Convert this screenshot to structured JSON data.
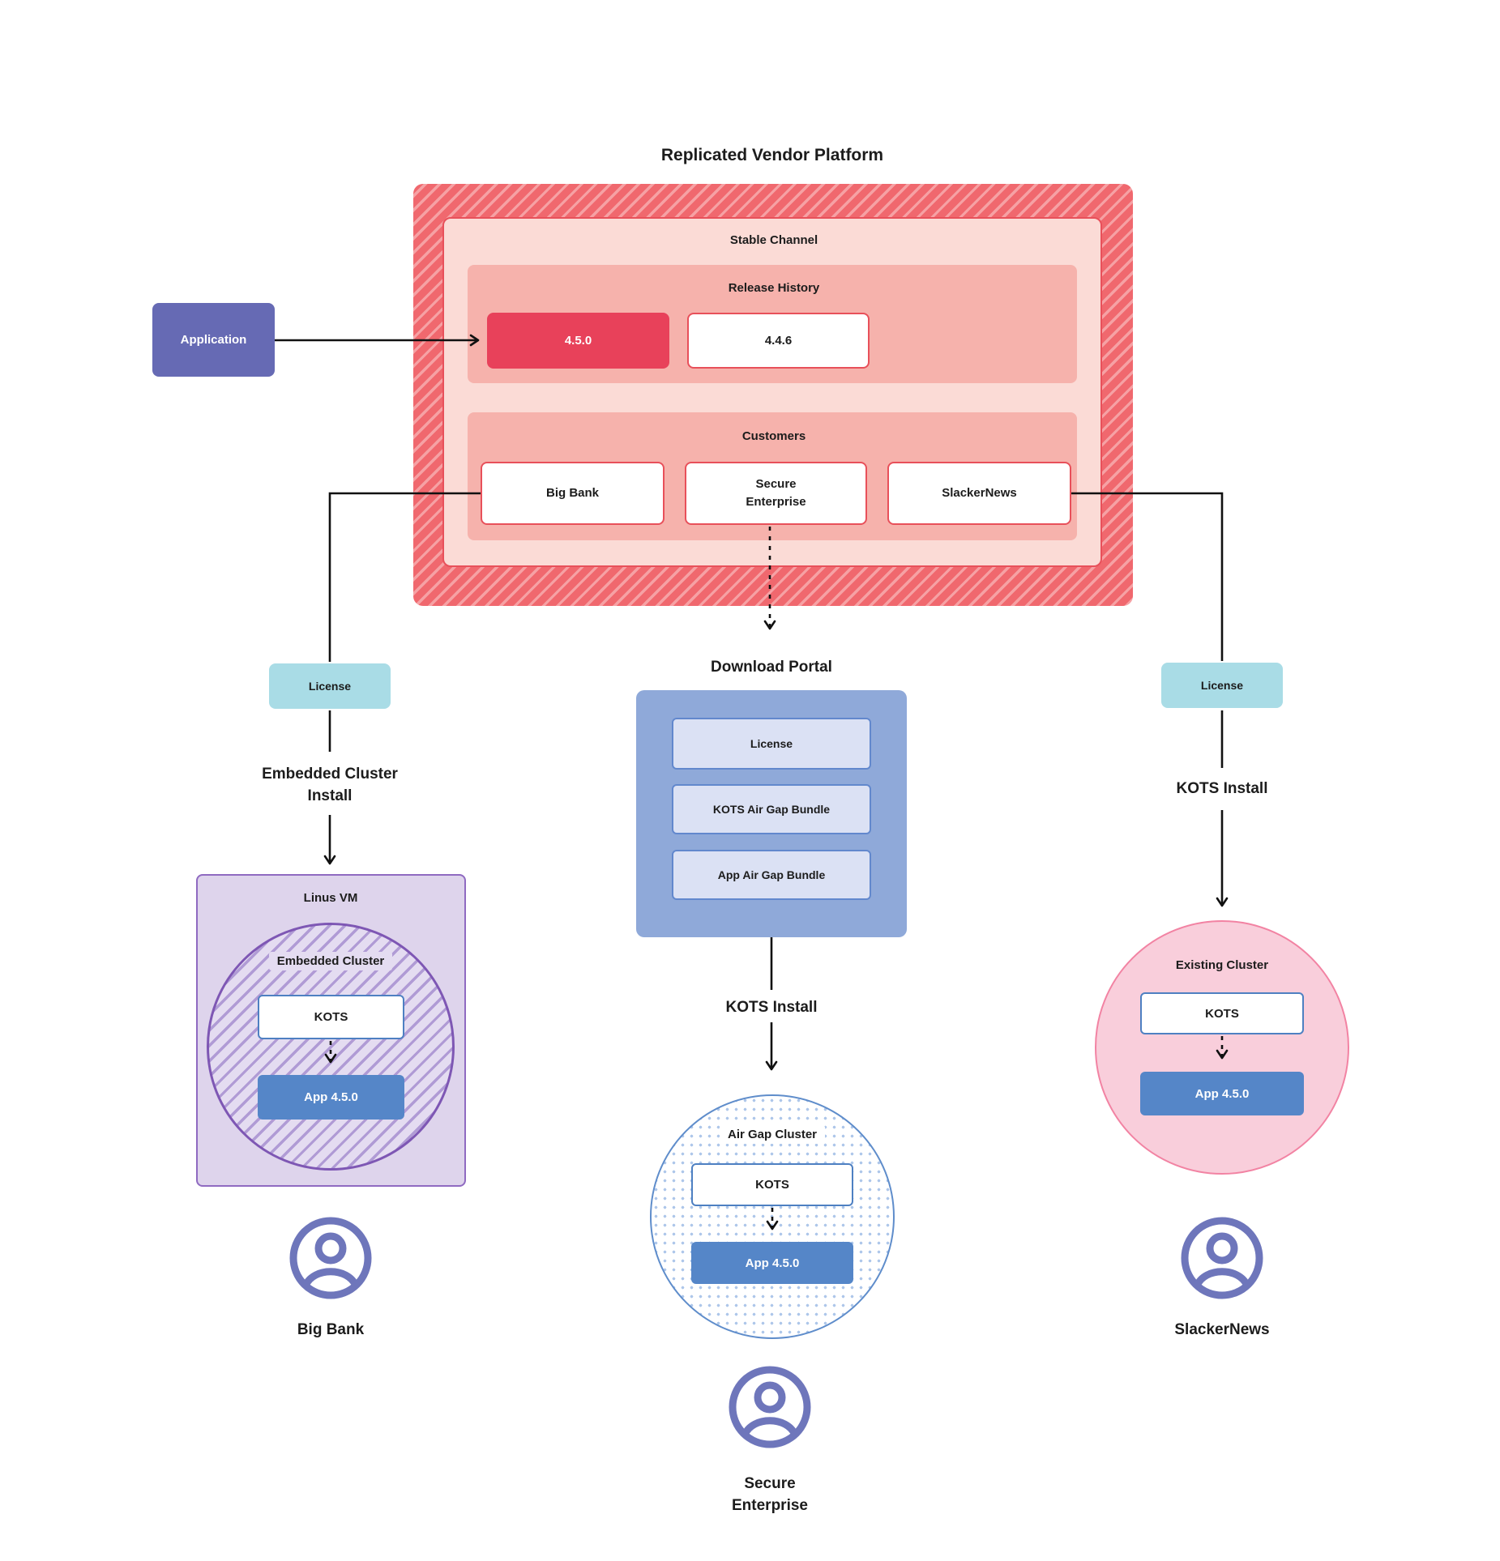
{
  "title": "Replicated Vendor Platform",
  "application": {
    "label": "Application"
  },
  "platform": {
    "channel_label": "Stable Channel",
    "release_history": {
      "label": "Release History",
      "current_version": "4.5.0",
      "previous_version": "4.4.6"
    },
    "customers": {
      "label": "Customers",
      "items": [
        "Big Bank",
        "Secure\nEnterprise",
        "SlackerNews"
      ]
    }
  },
  "left_flow": {
    "license_label": "License",
    "install_label": "Embedded Cluster\nInstall",
    "vm_label": "Linus VM",
    "cluster_label": "Embedded Cluster",
    "kots_label": "KOTS",
    "app_label": "App 4.5.0",
    "user_label": "Big Bank"
  },
  "center_flow": {
    "portal_label": "Download Portal",
    "portal_items": [
      "License",
      "KOTS Air Gap Bundle",
      "App Air Gap Bundle"
    ],
    "install_label": "KOTS Install",
    "cluster_label": "Air Gap Cluster",
    "kots_label": "KOTS",
    "app_label": "App 4.5.0",
    "user_label": "Secure\nEnterprise"
  },
  "right_flow": {
    "license_label": "License",
    "install_label": "KOTS Install",
    "cluster_label": "Existing Cluster",
    "kots_label": "KOTS",
    "app_label": "App 4.5.0",
    "user_label": "SlackerNews"
  },
  "colors": {
    "platform_red": "#f0686e",
    "platform_stripe": "#f6a1a4",
    "red_border": "#e8505a",
    "channel_bg": "#fbdbd6",
    "section_bg": "#f6b2ac",
    "current_release_bg": "#e8415a",
    "application_purple": "#666ab4",
    "license_teal": "#a9dce6",
    "portal_blue": "#8fa9d9",
    "portal_item_bg": "#dbe1f4",
    "app_blue": "#5586c8",
    "kots_border_blue": "#4e80c2",
    "vm_purple_bg": "#ded4ec",
    "vm_purple_border": "#8f6ac1",
    "embedded_stripe": "#b09bd5",
    "airgap_dot_blue": "#aec7ea",
    "existing_pink_bg": "#f9cedb",
    "existing_pink_border": "#f283a3",
    "user_icon_purple": "#6e76bb",
    "line_black": "#111111"
  }
}
